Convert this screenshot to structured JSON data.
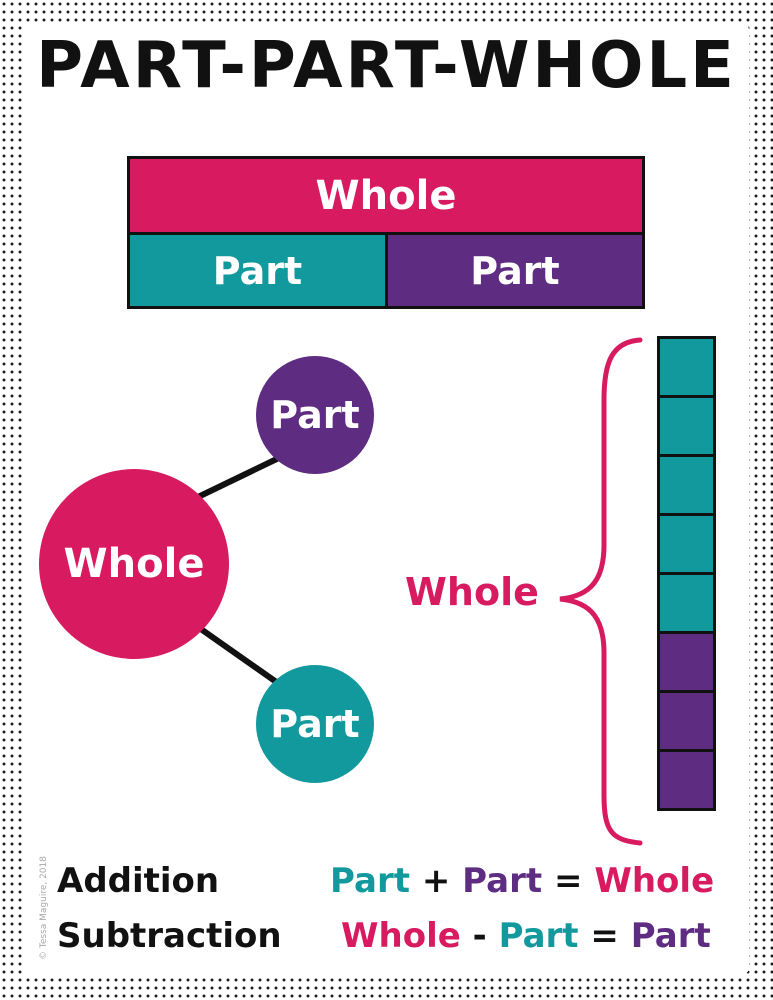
{
  "title": "PART-PART-WHOLE",
  "colors": {
    "whole": "#d81b60",
    "part_teal": "#12999e",
    "part_purple": "#5e2c80",
    "text_dark": "#111111"
  },
  "bar_model": {
    "whole_label": "Whole",
    "part_left_label": "Part",
    "part_right_label": "Part"
  },
  "number_bond": {
    "whole_label": "Whole",
    "top_part_label": "Part",
    "bottom_part_label": "Part"
  },
  "cube_tower": {
    "brace_label": "Whole",
    "cubes": [
      "teal",
      "teal",
      "teal",
      "teal",
      "teal",
      "purple",
      "purple",
      "purple"
    ]
  },
  "equations": {
    "addition": {
      "label": "Addition",
      "term1": "Part",
      "op1": "+",
      "term2": "Part",
      "op2": "=",
      "term3": "Whole"
    },
    "subtraction": {
      "label": "Subtraction",
      "term1": "Whole",
      "op1": "-",
      "term2": "Part",
      "op2": "=",
      "term3": "Part"
    }
  },
  "copyright": "© Tessa Maguire, 2018"
}
